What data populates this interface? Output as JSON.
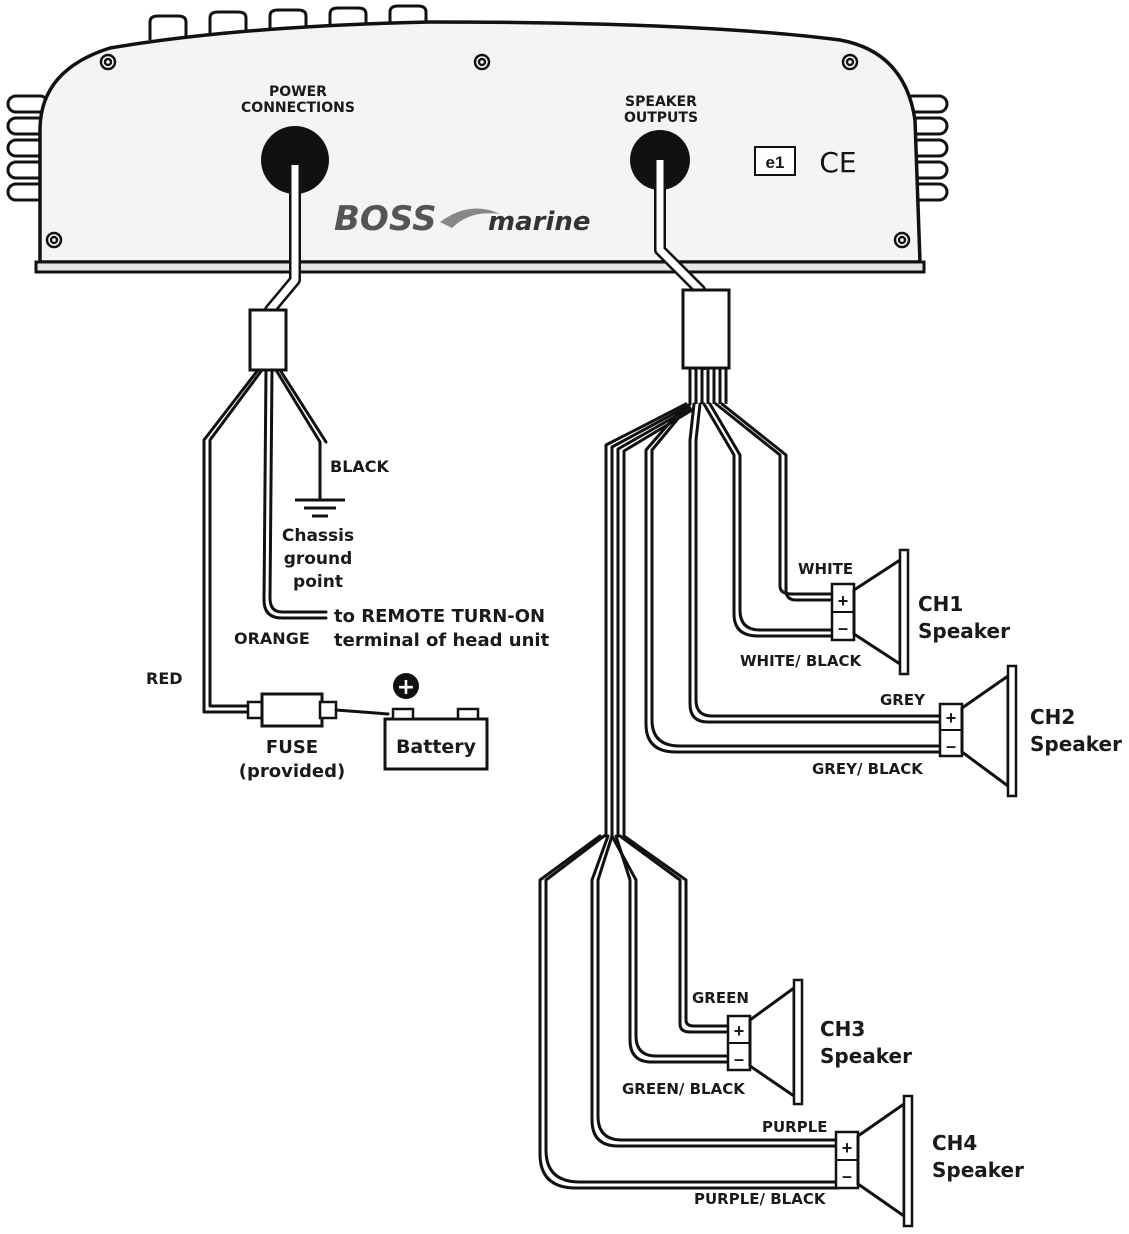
{
  "amplifier": {
    "power_label": [
      "POWER",
      "CONNECTIONS"
    ],
    "speaker_label": [
      "SPEAKER",
      "OUTPUTS"
    ],
    "brand": "BOSS",
    "brand_sub": "marine",
    "mark_e1": "e1",
    "mark_ce": "CE"
  },
  "power": {
    "black": "BLACK",
    "chassis": [
      "Chassis",
      "ground",
      "point"
    ],
    "remote": [
      "to REMOTE TURN-ON",
      "terminal of head unit"
    ],
    "orange": "ORANGE",
    "red": "RED",
    "fuse": [
      "FUSE",
      "(provided)"
    ],
    "battery": "Battery",
    "battery_plus": "+"
  },
  "speakers": [
    {
      "plus_wire": "WHITE",
      "minus_wire": "WHITE/ BLACK",
      "name": [
        "CH1",
        "Speaker"
      ]
    },
    {
      "plus_wire": "GREY",
      "minus_wire": "GREY/ BLACK",
      "name": [
        "CH2",
        "Speaker"
      ]
    },
    {
      "plus_wire": "GREEN",
      "minus_wire": "GREEN/ BLACK",
      "name": [
        "CH3",
        "Speaker"
      ]
    },
    {
      "plus_wire": "PURPLE",
      "minus_wire": "PURPLE/ BLACK",
      "name": [
        "CH4",
        "Speaker"
      ]
    }
  ],
  "terminal": {
    "plus": "+",
    "minus": "–"
  }
}
